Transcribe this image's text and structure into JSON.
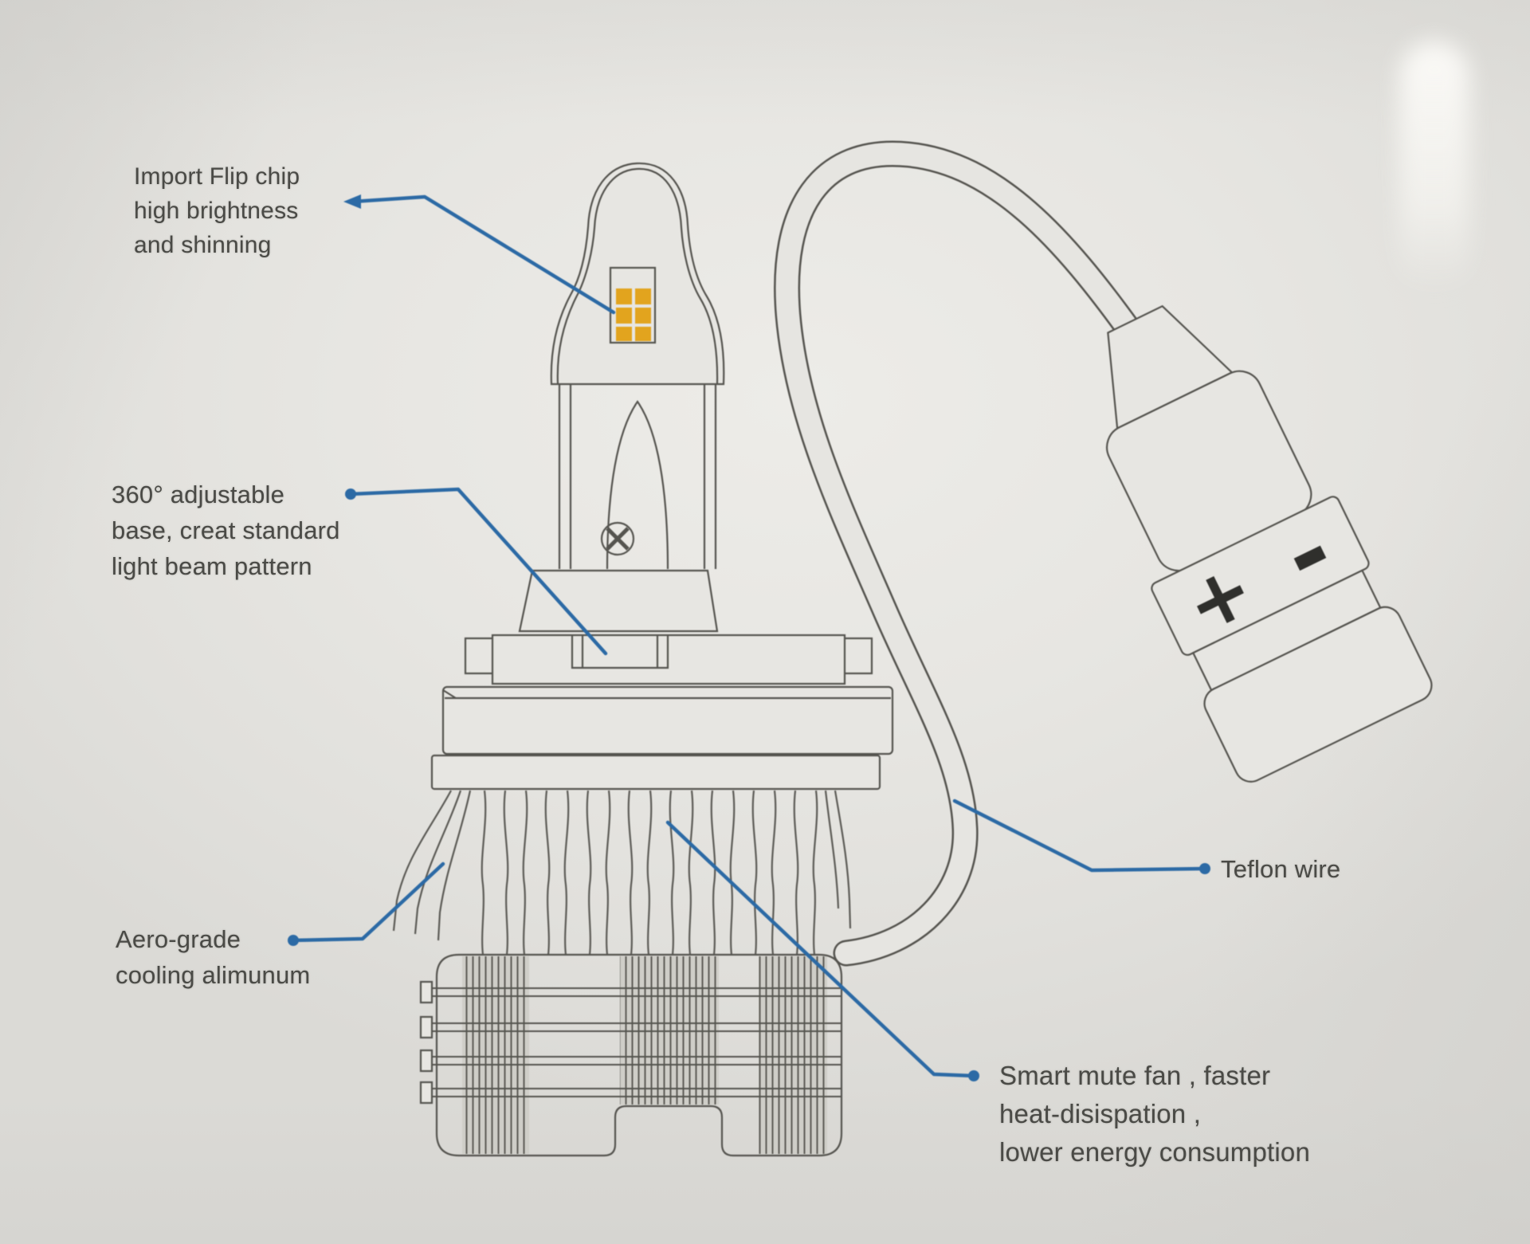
{
  "callouts": {
    "import_chip": {
      "lines": [
        "Import Flip chip",
        "high brightness",
        "and shinning"
      ]
    },
    "adjustable_base": {
      "lines": [
        "360° adjustable",
        "base, creat standard",
        "light beam pattern"
      ]
    },
    "cooling": {
      "lines": [
        "Aero-grade",
        "cooling alimunum"
      ]
    },
    "teflon_wire": {
      "lines": [
        "Teflon wire"
      ]
    },
    "smart_fan": {
      "lines": [
        "Smart mute fan , faster",
        "heat-disispation ,",
        "lower energy consumption"
      ]
    }
  },
  "connector": {
    "plus_label": "+",
    "minus_label": "-"
  },
  "colors": {
    "leader_blue": "#2c6aa5",
    "ink_gray": "#55544f",
    "chip_orange": "#e2a41e",
    "paper": "#e6e5e1",
    "symbol_dark": "#2f2f2c"
  }
}
